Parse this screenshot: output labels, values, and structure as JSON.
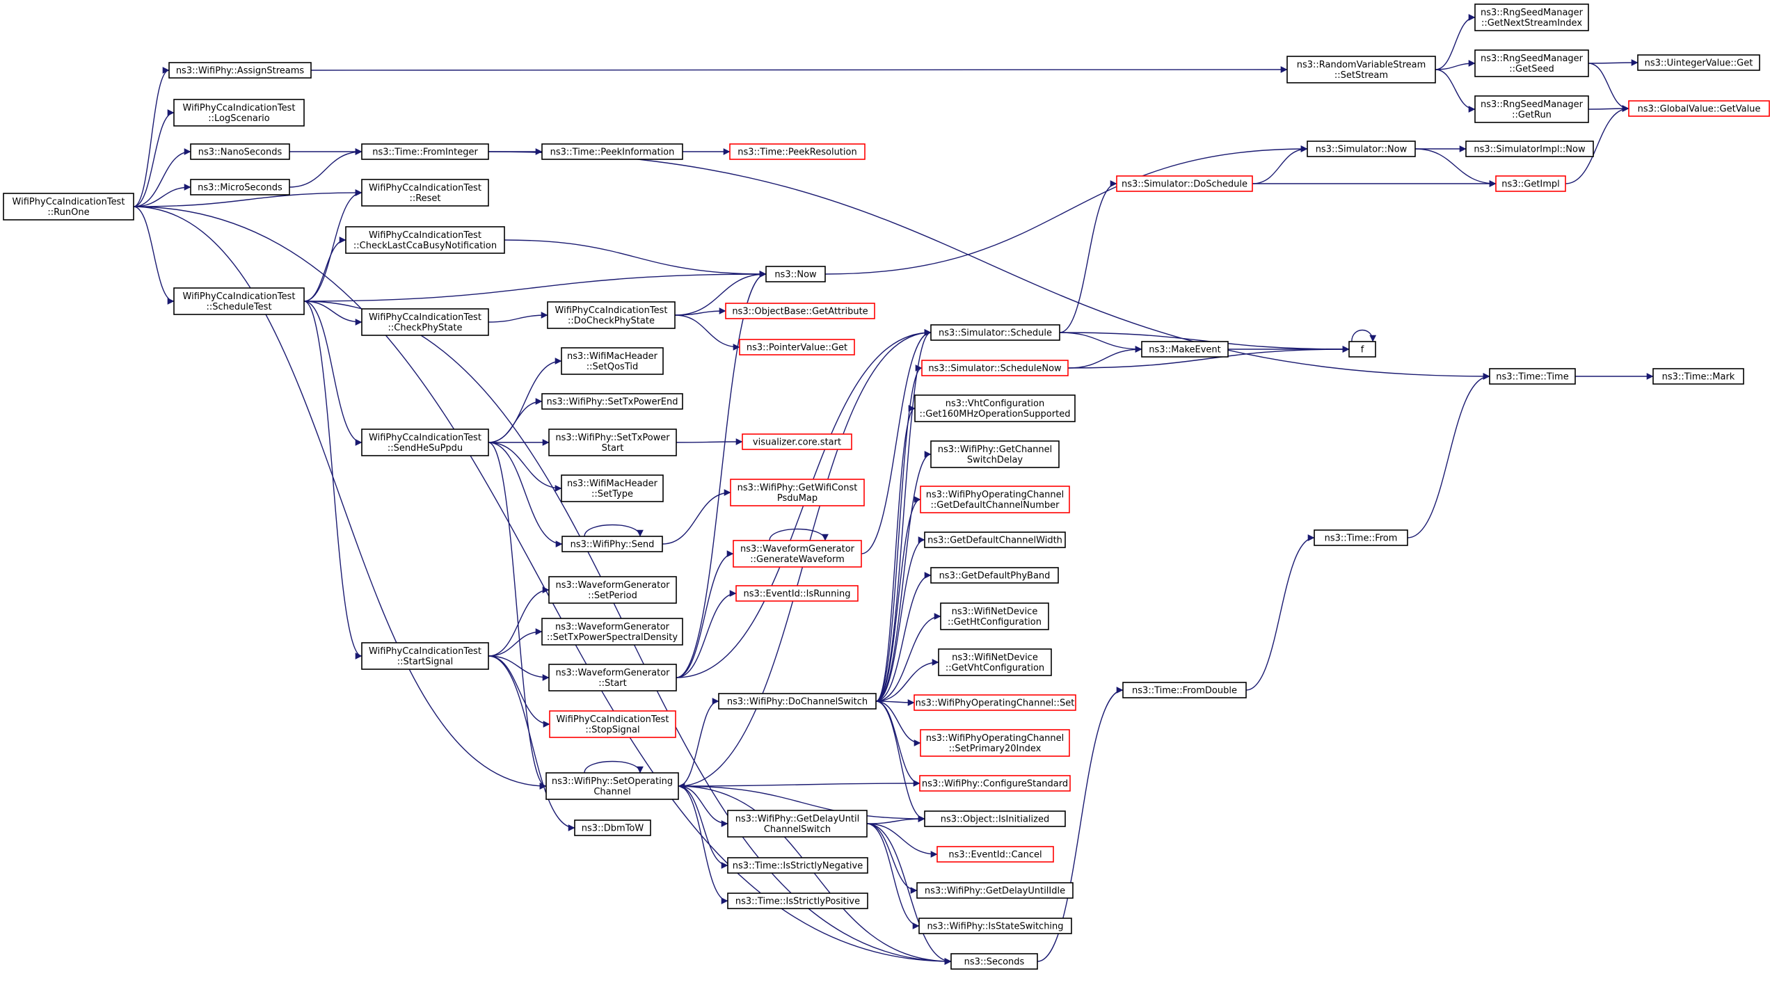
{
  "colors": {
    "edge": "#191970",
    "normal_border": "#000000",
    "truncated_border": "#ff0000",
    "root_fill": "#bfbfbf"
  },
  "nodes": [
    {
      "id": "runone",
      "lines": [
        "WifiPhyCcaIndicationTest",
        "::RunOne"
      ],
      "kind": "root"
    },
    {
      "id": "assignstreams",
      "lines": [
        "ns3::WifiPhy::AssignStreams"
      ],
      "kind": "normal"
    },
    {
      "id": "logscenario",
      "lines": [
        "WifiPhyCcaIndicationTest",
        "::LogScenario"
      ],
      "kind": "normal"
    },
    {
      "id": "nanoseconds",
      "lines": [
        "ns3::NanoSeconds"
      ],
      "kind": "normal"
    },
    {
      "id": "microseconds",
      "lines": [
        "ns3::MicroSeconds"
      ],
      "kind": "normal"
    },
    {
      "id": "scheduletest",
      "lines": [
        "WifiPhyCcaIndicationTest",
        "::ScheduleTest"
      ],
      "kind": "normal"
    },
    {
      "id": "frominteger",
      "lines": [
        "ns3::Time::FromInteger"
      ],
      "kind": "normal"
    },
    {
      "id": "reset",
      "lines": [
        "WifiPhyCcaIndicationTest",
        "::Reset"
      ],
      "kind": "normal"
    },
    {
      "id": "checklastcca",
      "lines": [
        "WifiPhyCcaIndicationTest",
        "::CheckLastCcaBusyNotification"
      ],
      "kind": "normal"
    },
    {
      "id": "checkphystate",
      "lines": [
        "WifiPhyCcaIndicationTest",
        "::CheckPhyState"
      ],
      "kind": "normal"
    },
    {
      "id": "sendhesuppdu",
      "lines": [
        "WifiPhyCcaIndicationTest",
        "::SendHeSuPpdu"
      ],
      "kind": "normal"
    },
    {
      "id": "startsignal",
      "lines": [
        "WifiPhyCcaIndicationTest",
        "::StartSignal"
      ],
      "kind": "normal"
    },
    {
      "id": "peekinformation",
      "lines": [
        "ns3::Time::PeekInformation"
      ],
      "kind": "normal"
    },
    {
      "id": "peekresolution",
      "lines": [
        "ns3::Time::PeekResolution"
      ],
      "kind": "truncated"
    },
    {
      "id": "docheckphystate",
      "lines": [
        "WifiPhyCcaIndicationTest",
        "::DoCheckPhyState"
      ],
      "kind": "normal"
    },
    {
      "id": "now",
      "lines": [
        "ns3::Now"
      ],
      "kind": "normal"
    },
    {
      "id": "getattribute",
      "lines": [
        "ns3::ObjectBase::GetAttribute"
      ],
      "kind": "truncated"
    },
    {
      "id": "pointervalueget",
      "lines": [
        "ns3::PointerValue::Get"
      ],
      "kind": "truncated"
    },
    {
      "id": "setqostid",
      "lines": [
        "ns3::WifiMacHeader",
        "::SetQosTid"
      ],
      "kind": "normal"
    },
    {
      "id": "settxpowerend",
      "lines": [
        "ns3::WifiPhy::SetTxPowerEnd"
      ],
      "kind": "normal"
    },
    {
      "id": "settxpowerstart",
      "lines": [
        "ns3::WifiPhy::SetTxPower",
        "Start"
      ],
      "kind": "normal"
    },
    {
      "id": "vizstart",
      "lines": [
        "visualizer.core.start"
      ],
      "kind": "truncated"
    },
    {
      "id": "settype",
      "lines": [
        "ns3::WifiMacHeader",
        "::SetType"
      ],
      "kind": "normal"
    },
    {
      "id": "send",
      "lines": [
        "ns3::WifiPhy::Send"
      ],
      "kind": "normal"
    },
    {
      "id": "getwificonst",
      "lines": [
        "ns3::WifiPhy::GetWifiConst",
        "PsduMap"
      ],
      "kind": "truncated"
    },
    {
      "id": "generatewaveform",
      "lines": [
        "ns3::WaveformGenerator",
        "::GenerateWaveform"
      ],
      "kind": "truncated"
    },
    {
      "id": "setperiod",
      "lines": [
        "ns3::WaveformGenerator",
        "::SetPeriod"
      ],
      "kind": "normal"
    },
    {
      "id": "settxpsd",
      "lines": [
        "ns3::WaveformGenerator",
        "::SetTxPowerSpectralDensity"
      ],
      "kind": "normal"
    },
    {
      "id": "isrunning",
      "lines": [
        "ns3::EventId::IsRunning"
      ],
      "kind": "truncated"
    },
    {
      "id": "wgstart",
      "lines": [
        "ns3::WaveformGenerator",
        "::Start"
      ],
      "kind": "normal"
    },
    {
      "id": "stopsignal",
      "lines": [
        "WifiPhyCcaIndicationTest",
        "::StopSignal"
      ],
      "kind": "truncated"
    },
    {
      "id": "setoperatingchannel",
      "lines": [
        "ns3::WifiPhy::SetOperating",
        "Channel"
      ],
      "kind": "normal"
    },
    {
      "id": "dbmtow",
      "lines": [
        "ns3::DbmToW"
      ],
      "kind": "normal"
    },
    {
      "id": "dochannelswitch",
      "lines": [
        "ns3::WifiPhy::DoChannelSwitch"
      ],
      "kind": "normal"
    },
    {
      "id": "getdelayuntilchannelswitch",
      "lines": [
        "ns3::WifiPhy::GetDelayUntil",
        "ChannelSwitch"
      ],
      "kind": "normal"
    },
    {
      "id": "isstrictlynegative",
      "lines": [
        "ns3::Time::IsStrictlyNegative"
      ],
      "kind": "normal"
    },
    {
      "id": "isstrictlypositive",
      "lines": [
        "ns3::Time::IsStrictlyPositive"
      ],
      "kind": "normal"
    },
    {
      "id": "setstream",
      "lines": [
        "ns3::RandomVariableStream",
        "::SetStream"
      ],
      "kind": "normal"
    },
    {
      "id": "simschedule",
      "lines": [
        "ns3::Simulator::Schedule"
      ],
      "kind": "normal"
    },
    {
      "id": "simschedulenow",
      "lines": [
        "ns3::Simulator::ScheduleNow"
      ],
      "kind": "truncated"
    },
    {
      "id": "vhtget160",
      "lines": [
        "ns3::VhtConfiguration",
        "::Get160MHzOperationSupported"
      ],
      "kind": "normal"
    },
    {
      "id": "getchannelswitchdelay",
      "lines": [
        "ns3::WifiPhy::GetChannel",
        "SwitchDelay"
      ],
      "kind": "normal"
    },
    {
      "id": "getdefaultchannelnumber",
      "lines": [
        "ns3::WifiPhyOperatingChannel",
        "::GetDefaultChannelNumber"
      ],
      "kind": "truncated"
    },
    {
      "id": "getdefaultchannelwidth",
      "lines": [
        "ns3::GetDefaultChannelWidth"
      ],
      "kind": "normal"
    },
    {
      "id": "getdefaultphyband",
      "lines": [
        "ns3::GetDefaultPhyBand"
      ],
      "kind": "normal"
    },
    {
      "id": "gethtconfiguration",
      "lines": [
        "ns3::WifiNetDevice",
        "::GetHtConfiguration"
      ],
      "kind": "normal"
    },
    {
      "id": "getvhtconfiguration",
      "lines": [
        "ns3::WifiNetDevice",
        "::GetVhtConfiguration"
      ],
      "kind": "normal"
    },
    {
      "id": "opchannelset",
      "lines": [
        "ns3::WifiPhyOperatingChannel::Set"
      ],
      "kind": "truncated"
    },
    {
      "id": "setprimary20",
      "lines": [
        "ns3::WifiPhyOperatingChannel",
        "::SetPrimary20Index"
      ],
      "kind": "truncated"
    },
    {
      "id": "configurestandard",
      "lines": [
        "ns3::WifiPhy::ConfigureStandard"
      ],
      "kind": "truncated"
    },
    {
      "id": "isinitialized",
      "lines": [
        "ns3::Object::IsInitialized"
      ],
      "kind": "normal"
    },
    {
      "id": "eventcancel",
      "lines": [
        "ns3::EventId::Cancel"
      ],
      "kind": "truncated"
    },
    {
      "id": "getdelayuntilidle",
      "lines": [
        "ns3::WifiPhy::GetDelayUntilIdle"
      ],
      "kind": "normal"
    },
    {
      "id": "isstateswitching",
      "lines": [
        "ns3::WifiPhy::IsStateSwitching"
      ],
      "kind": "normal"
    },
    {
      "id": "seconds",
      "lines": [
        "ns3::Seconds"
      ],
      "kind": "normal"
    },
    {
      "id": "makeevent",
      "lines": [
        "ns3::MakeEvent"
      ],
      "kind": "normal"
    },
    {
      "id": "f",
      "lines": [
        "f"
      ],
      "kind": "normal"
    },
    {
      "id": "simdoschedule",
      "lines": [
        "ns3::Simulator::DoSchedule"
      ],
      "kind": "truncated"
    },
    {
      "id": "simnow",
      "lines": [
        "ns3::Simulator::Now"
      ],
      "kind": "normal"
    },
    {
      "id": "simimplnow",
      "lines": [
        "ns3::SimulatorImpl::Now"
      ],
      "kind": "normal"
    },
    {
      "id": "getimpl",
      "lines": [
        "ns3::GetImpl"
      ],
      "kind": "truncated"
    },
    {
      "id": "getnextstreamindex",
      "lines": [
        "ns3::RngSeedManager",
        "::GetNextStreamIndex"
      ],
      "kind": "normal"
    },
    {
      "id": "getseed",
      "lines": [
        "ns3::RngSeedManager",
        "::GetSeed"
      ],
      "kind": "normal"
    },
    {
      "id": "getrun",
      "lines": [
        "ns3::RngSeedManager",
        "::GetRun"
      ],
      "kind": "normal"
    },
    {
      "id": "uintegervalueget",
      "lines": [
        "ns3::UintegerValue::Get"
      ],
      "kind": "normal"
    },
    {
      "id": "globalvalueget",
      "lines": [
        "ns3::GlobalValue::GetValue"
      ],
      "kind": "truncated"
    },
    {
      "id": "timetime",
      "lines": [
        "ns3::Time::Time"
      ],
      "kind": "normal"
    },
    {
      "id": "timemark",
      "lines": [
        "ns3::Time::Mark"
      ],
      "kind": "normal"
    },
    {
      "id": "timefrom",
      "lines": [
        "ns3::Time::From"
      ],
      "kind": "normal"
    },
    {
      "id": "timefromdouble",
      "lines": [
        "ns3::Time::FromDouble"
      ],
      "kind": "normal"
    }
  ],
  "edges": [
    [
      "runone",
      "assignstreams"
    ],
    [
      "runone",
      "logscenario"
    ],
    [
      "runone",
      "nanoseconds"
    ],
    [
      "runone",
      "microseconds"
    ],
    [
      "runone",
      "reset"
    ],
    [
      "runone",
      "scheduletest"
    ],
    [
      "runone",
      "setoperatingchannel"
    ],
    [
      "runone",
      "seconds"
    ],
    [
      "assignstreams",
      "setstream"
    ],
    [
      "nanoseconds",
      "frominteger"
    ],
    [
      "microseconds",
      "frominteger"
    ],
    [
      "frominteger",
      "peekinformation"
    ],
    [
      "frominteger",
      "timetime"
    ],
    [
      "peekinformation",
      "peekresolution"
    ],
    [
      "scheduletest",
      "reset"
    ],
    [
      "scheduletest",
      "checklastcca"
    ],
    [
      "scheduletest",
      "now"
    ],
    [
      "scheduletest",
      "checkphystate"
    ],
    [
      "scheduletest",
      "sendhesuppdu"
    ],
    [
      "scheduletest",
      "startsignal"
    ],
    [
      "scheduletest",
      "seconds"
    ],
    [
      "checklastcca",
      "now"
    ],
    [
      "checkphystate",
      "docheckphystate"
    ],
    [
      "docheckphystate",
      "now"
    ],
    [
      "docheckphystate",
      "getattribute"
    ],
    [
      "docheckphystate",
      "pointervalueget"
    ],
    [
      "now",
      "simnow"
    ],
    [
      "sendhesuppdu",
      "setqostid"
    ],
    [
      "sendhesuppdu",
      "settxpowerend"
    ],
    [
      "sendhesuppdu",
      "settxpowerstart"
    ],
    [
      "sendhesuppdu",
      "settype"
    ],
    [
      "sendhesuppdu",
      "send"
    ],
    [
      "sendhesuppdu",
      "setoperatingchannel"
    ],
    [
      "settxpowerstart",
      "vizstart"
    ],
    [
      "send",
      "send"
    ],
    [
      "send",
      "getwificonst"
    ],
    [
      "startsignal",
      "setperiod"
    ],
    [
      "startsignal",
      "settxpsd"
    ],
    [
      "startsignal",
      "wgstart"
    ],
    [
      "startsignal",
      "stopsignal"
    ],
    [
      "startsignal",
      "dbmtow"
    ],
    [
      "wgstart",
      "now"
    ],
    [
      "wgstart",
      "generatewaveform"
    ],
    [
      "wgstart",
      "isrunning"
    ],
    [
      "wgstart",
      "simschedule"
    ],
    [
      "generatewaveform",
      "generatewaveform"
    ],
    [
      "generatewaveform",
      "simschedule"
    ],
    [
      "setoperatingchannel",
      "setoperatingchannel"
    ],
    [
      "setoperatingchannel",
      "dochannelswitch"
    ],
    [
      "setoperatingchannel",
      "getdelayuntilchannelswitch"
    ],
    [
      "setoperatingchannel",
      "isstrictlynegative"
    ],
    [
      "setoperatingchannel",
      "isstrictlypositive"
    ],
    [
      "setoperatingchannel",
      "isinitialized"
    ],
    [
      "setoperatingchannel",
      "seconds"
    ],
    [
      "setoperatingchannel",
      "simschedule"
    ],
    [
      "dochannelswitch",
      "simschedule"
    ],
    [
      "dochannelswitch",
      "simschedulenow"
    ],
    [
      "dochannelswitch",
      "vhtget160"
    ],
    [
      "dochannelswitch",
      "getchannelswitchdelay"
    ],
    [
      "dochannelswitch",
      "getdefaultchannelnumber"
    ],
    [
      "dochannelswitch",
      "getdefaultchannelwidth"
    ],
    [
      "dochannelswitch",
      "getdefaultphyband"
    ],
    [
      "dochannelswitch",
      "gethtconfiguration"
    ],
    [
      "dochannelswitch",
      "getvhtconfiguration"
    ],
    [
      "dochannelswitch",
      "opchannelset"
    ],
    [
      "dochannelswitch",
      "setprimary20"
    ],
    [
      "dochannelswitch",
      "configurestandard"
    ],
    [
      "dochannelswitch",
      "isinitialized"
    ],
    [
      "configurestandard",
      "setoperatingchannel"
    ],
    [
      "getdelayuntilchannelswitch",
      "isinitialized"
    ],
    [
      "getdelayuntilchannelswitch",
      "eventcancel"
    ],
    [
      "getdelayuntilchannelswitch",
      "getdelayuntilidle"
    ],
    [
      "getdelayuntilchannelswitch",
      "isstateswitching"
    ],
    [
      "getdelayuntilchannelswitch",
      "seconds"
    ],
    [
      "seconds",
      "timefromdouble"
    ],
    [
      "timefromdouble",
      "timefrom"
    ],
    [
      "timefrom",
      "timetime"
    ],
    [
      "timetime",
      "timemark"
    ],
    [
      "simschedule",
      "makeevent"
    ],
    [
      "simschedule",
      "f"
    ],
    [
      "simschedule",
      "simdoschedule"
    ],
    [
      "simschedulenow",
      "makeevent"
    ],
    [
      "simschedulenow",
      "f"
    ],
    [
      "makeevent",
      "f"
    ],
    [
      "f",
      "f"
    ],
    [
      "simdoschedule",
      "simnow"
    ],
    [
      "simdoschedule",
      "getimpl"
    ],
    [
      "simnow",
      "simimplnow"
    ],
    [
      "simnow",
      "getimpl"
    ],
    [
      "getimpl",
      "globalvalueget"
    ],
    [
      "setstream",
      "getnextstreamindex"
    ],
    [
      "setstream",
      "getseed"
    ],
    [
      "setstream",
      "getrun"
    ],
    [
      "getseed",
      "uintegervalueget"
    ],
    [
      "getseed",
      "globalvalueget"
    ],
    [
      "getrun",
      "globalvalueget"
    ]
  ]
}
